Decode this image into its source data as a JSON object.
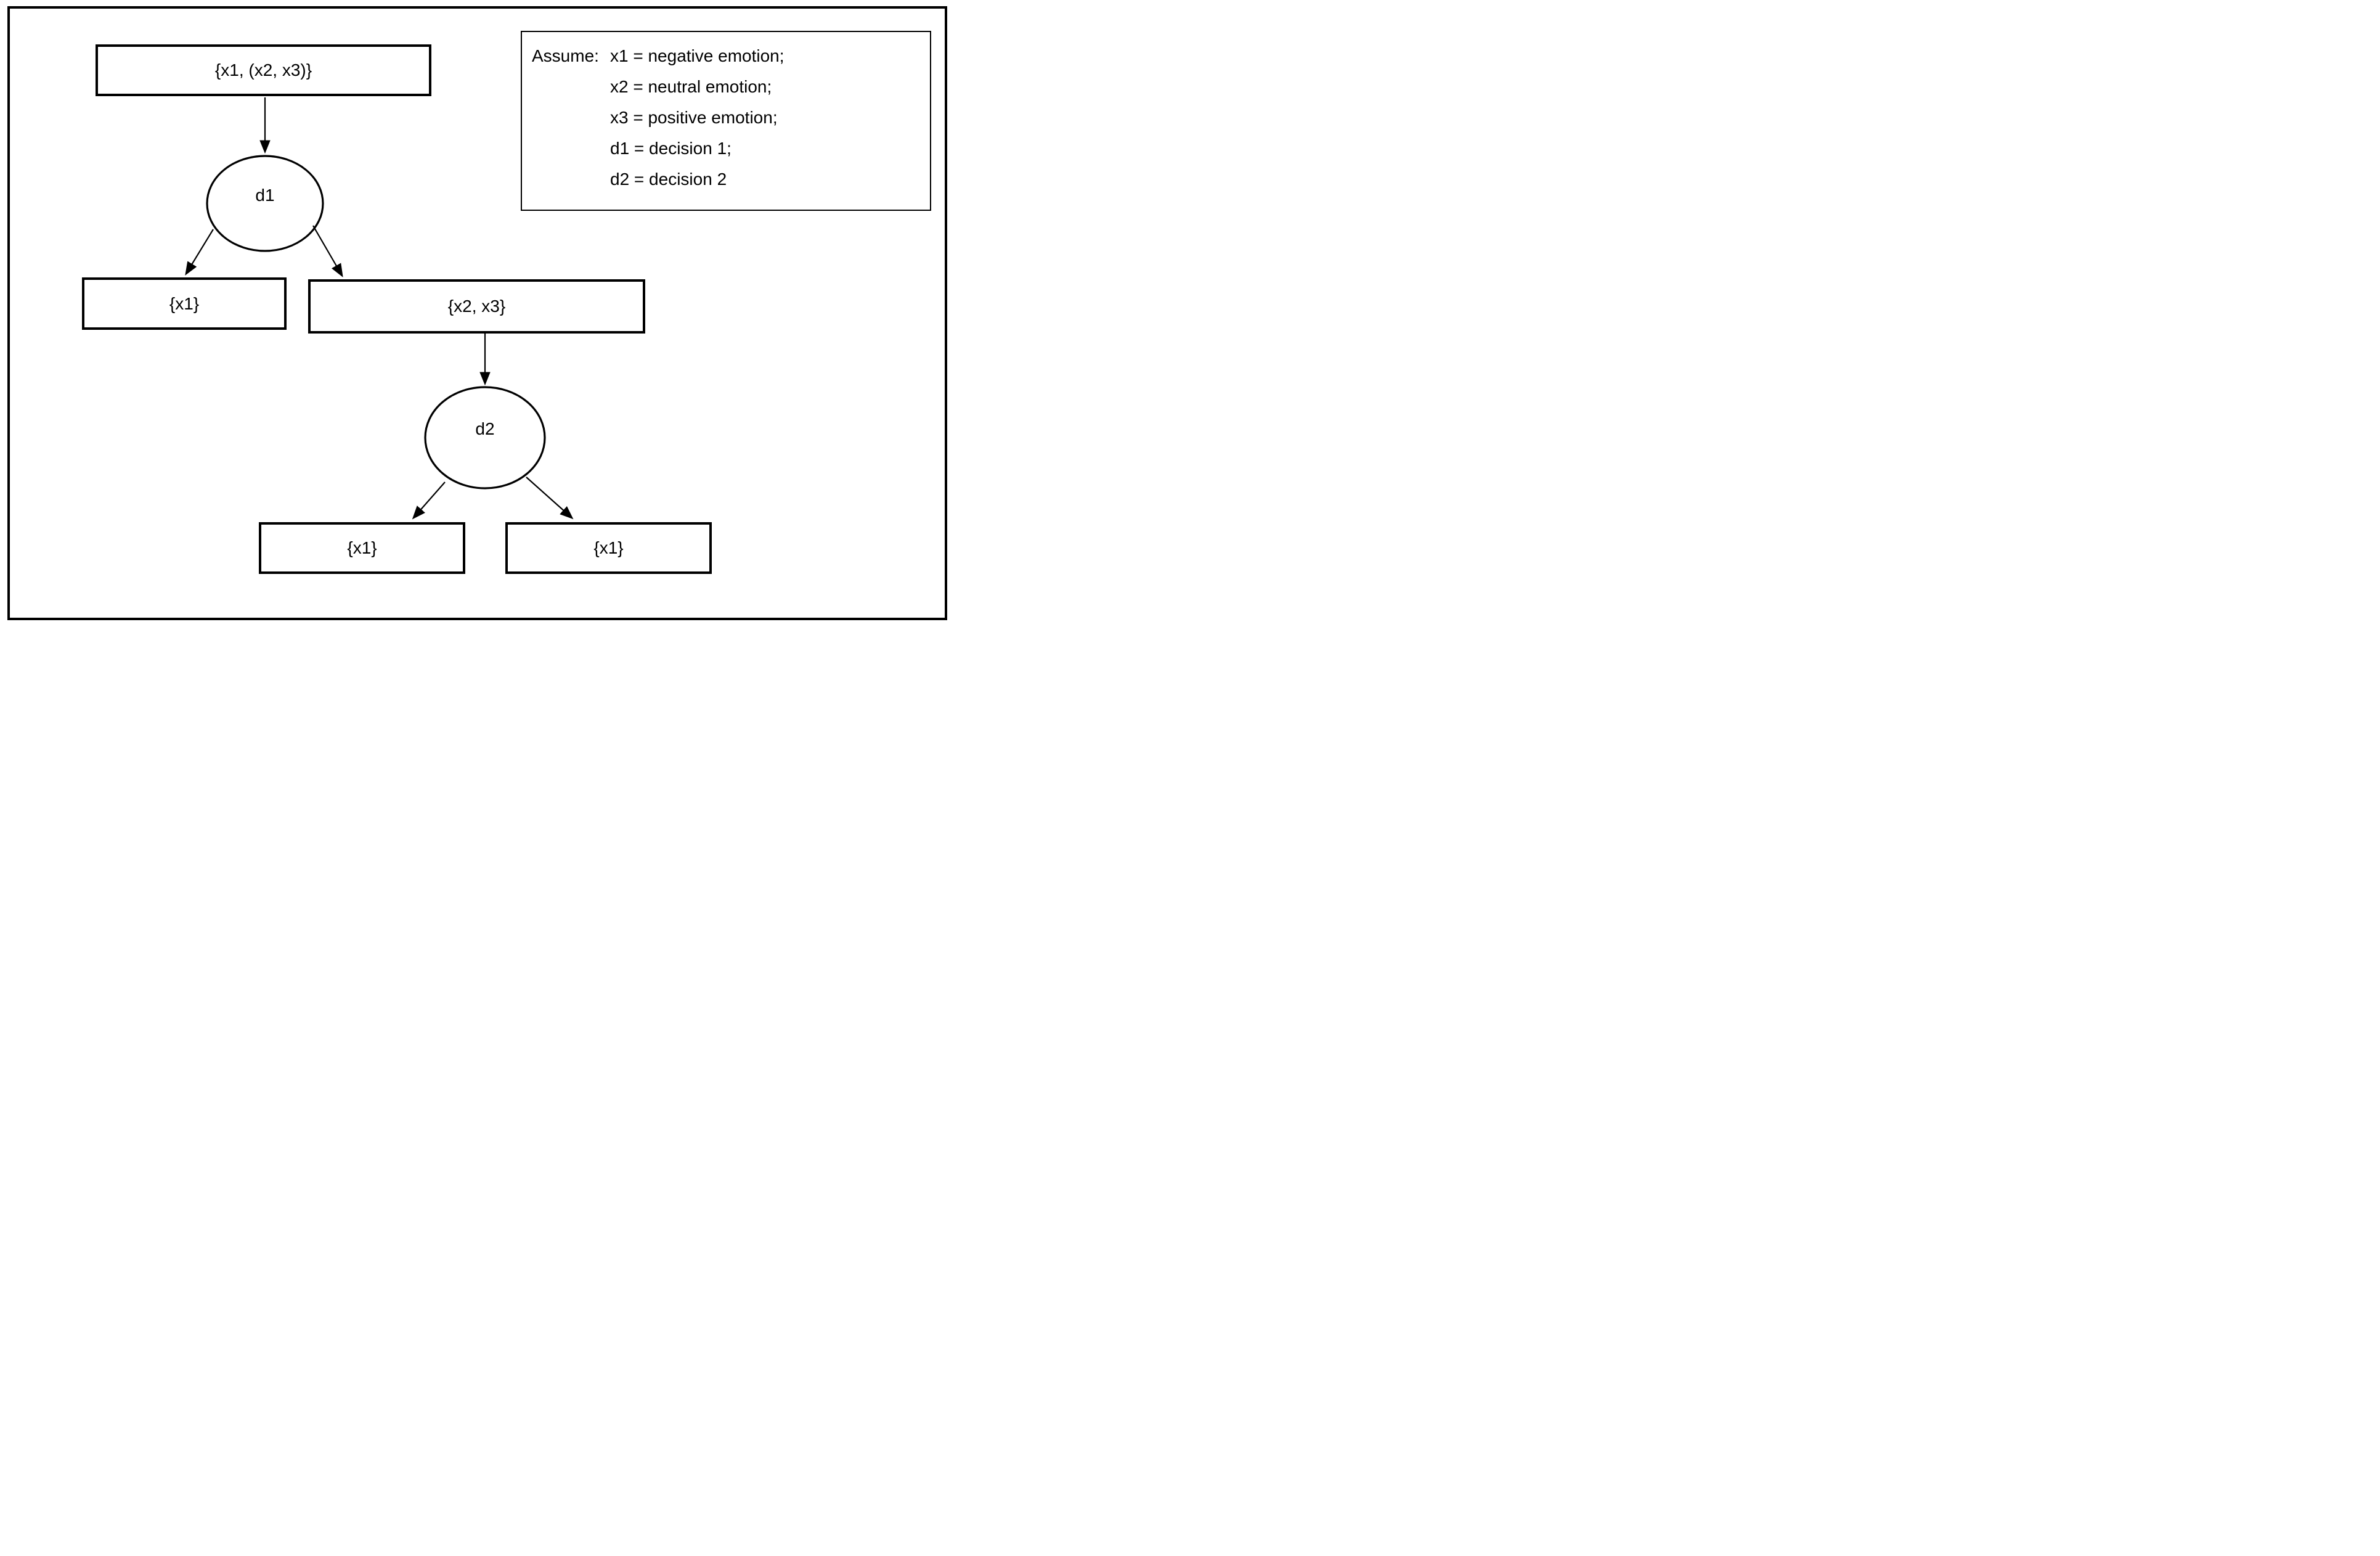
{
  "figure": {
    "ink_color": "#000000",
    "background_color": "#ffffff"
  },
  "nodes": {
    "root_label": "{x1, (x2, x3)}",
    "d1_label": "d1",
    "d1_left_label": "{x1}",
    "d1_right_label": "{x2, x3}",
    "d2_label": "d2",
    "d2_left_label": "{x1}",
    "d2_right_label": "{x1}"
  },
  "legend": {
    "prefix": "Assume:",
    "lines": [
      "x1 = negative emotion;",
      "x2 = neutral emotion;",
      "x3 = positive emotion;",
      "d1 = decision 1;",
      "d2 = decision 2"
    ]
  }
}
